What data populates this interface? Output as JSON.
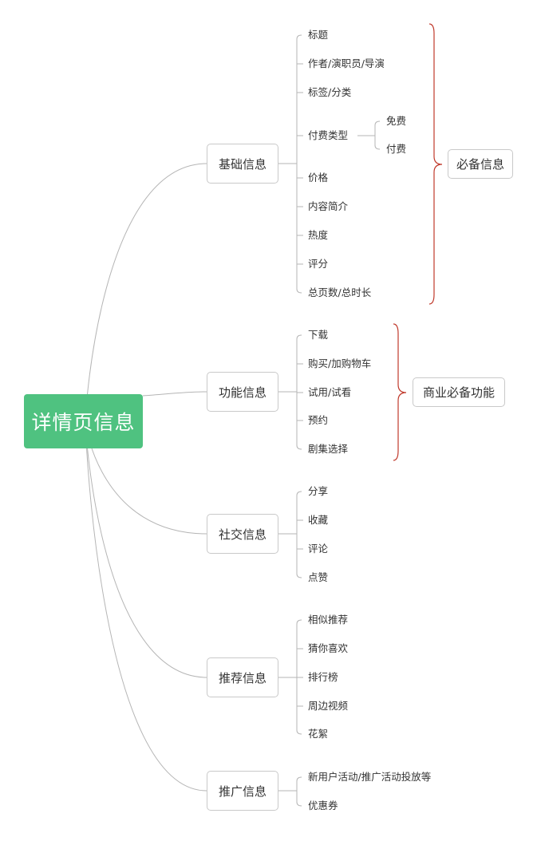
{
  "root": {
    "label": "详情页信息"
  },
  "branches": [
    {
      "id": "basic",
      "label": "基础信息",
      "leaves": [
        {
          "label": "标题"
        },
        {
          "label": "作者/演职员/导演"
        },
        {
          "label": "标签/分类"
        },
        {
          "label": "付费类型",
          "children": [
            "免费",
            "付费"
          ]
        },
        {
          "label": "价格"
        },
        {
          "label": "内容简介"
        },
        {
          "label": "热度"
        },
        {
          "label": "评分"
        },
        {
          "label": "总页数/总时长"
        }
      ]
    },
    {
      "id": "function",
      "label": "功能信息",
      "leaves": [
        {
          "label": "下载"
        },
        {
          "label": "购买/加购物车"
        },
        {
          "label": "试用/试看"
        },
        {
          "label": "预约"
        },
        {
          "label": "剧集选择"
        }
      ]
    },
    {
      "id": "social",
      "label": "社交信息",
      "leaves": [
        {
          "label": "分享"
        },
        {
          "label": "收藏"
        },
        {
          "label": "评论"
        },
        {
          "label": "点赞"
        }
      ]
    },
    {
      "id": "recommend",
      "label": "推荐信息",
      "leaves": [
        {
          "label": "相似推荐"
        },
        {
          "label": "猜你喜欢"
        },
        {
          "label": "排行榜"
        },
        {
          "label": "周边视频"
        },
        {
          "label": "花絮"
        }
      ]
    },
    {
      "id": "promotion",
      "label": "推广信息",
      "leaves": [
        {
          "label": "新用户活动/推广活动投放等"
        },
        {
          "label": "优惠券"
        }
      ]
    }
  ],
  "summaries": [
    {
      "id": "required",
      "label": "必备信息"
    },
    {
      "id": "commercial",
      "label": "商业必备功能"
    }
  ],
  "colors": {
    "root_fill": "#4fc280",
    "line": "#b5b5b5",
    "brace": "#c0392b"
  }
}
